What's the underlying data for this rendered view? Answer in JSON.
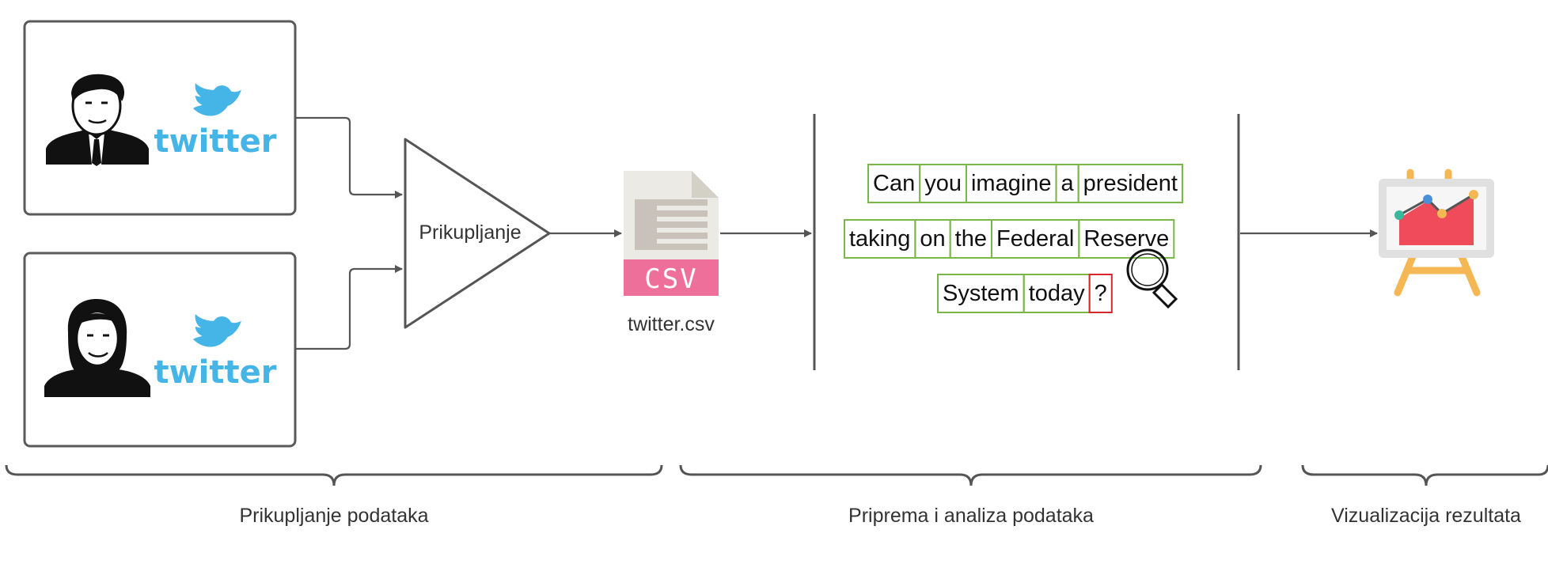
{
  "sources": [
    {
      "logo_text": "twitter",
      "person": "trump-portrait"
    },
    {
      "logo_text": "twitter",
      "person": "clinton-portrait"
    }
  ],
  "collector_label": "Prikupljanje",
  "csv_badge": "CSV",
  "file_name": "twitter.csv",
  "tokens": [
    [
      "Can",
      "you",
      "imagine",
      "a",
      "president"
    ],
    [
      "taking",
      "on",
      "the",
      "Federal",
      "Reserve"
    ],
    [
      "System",
      "today",
      "?"
    ]
  ],
  "sections": [
    "Prikupljanje podataka",
    "Priprema i analiza podataka",
    "Vizualizacija rezultata"
  ],
  "colors": {
    "twitter": "#45b4e7",
    "token_border": "#7ab648",
    "token_highlight": "#d9262d",
    "csv_badge": "#ef6f9b",
    "line": "#555555"
  }
}
